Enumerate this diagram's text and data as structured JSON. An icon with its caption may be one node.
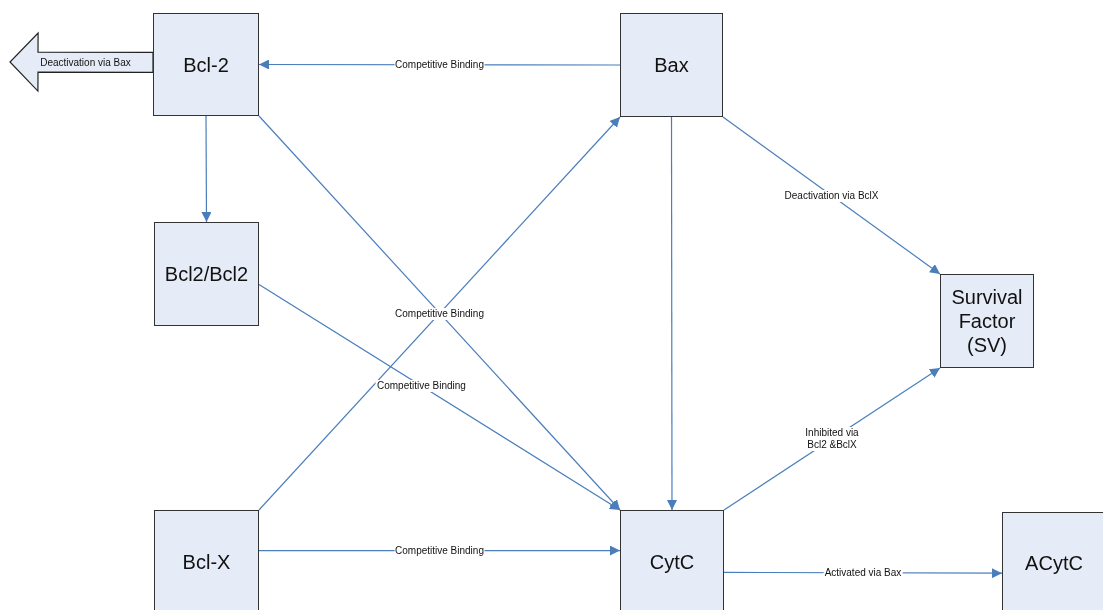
{
  "diagram": {
    "nodes": [
      {
        "text": [
          "Bcl-2"
        ]
      },
      {
        "text": [
          "Bax"
        ]
      },
      {
        "text": [
          "Bcl2/Bcl2"
        ]
      },
      {
        "text": [
          "Survival Factor (SV)"
        ]
      },
      {
        "text": [
          "Bcl-X"
        ]
      },
      {
        "text": [
          "CytC"
        ]
      },
      {
        "text": [
          "ACytC"
        ]
      }
    ],
    "edges": [
      {
        "from": 0,
        "to": null,
        "arrow": "to",
        "style": "thick",
        "label": "Deactivation via Bax"
      },
      {
        "from": 1,
        "to": 0,
        "arrow": "to",
        "label": "Competitive Binding"
      },
      {
        "from": 0,
        "to": 2,
        "arrow": "to"
      },
      {
        "from": 0,
        "to": 5,
        "arrow": "to"
      },
      {
        "from": 4,
        "to": 1,
        "arrow": "to",
        "label": "Competitive Binding"
      },
      {
        "from": 2,
        "to": 5,
        "arrow": "to",
        "label": "Competitive Binding"
      },
      {
        "from": 1,
        "to": 5,
        "arrow": "to"
      },
      {
        "from": 1,
        "to": 3,
        "arrow": "to",
        "label": "Deactivation via BclX"
      },
      {
        "from": 4,
        "to": 5,
        "arrow": "to",
        "label": "Competitive Binding"
      },
      {
        "from": 5,
        "to": 3,
        "arrow": "to",
        "label": "Inhibited via Bcl2 &BclX"
      },
      {
        "from": 5,
        "to": 6,
        "arrow": "to",
        "label": "Activated via Bax"
      }
    ]
  }
}
